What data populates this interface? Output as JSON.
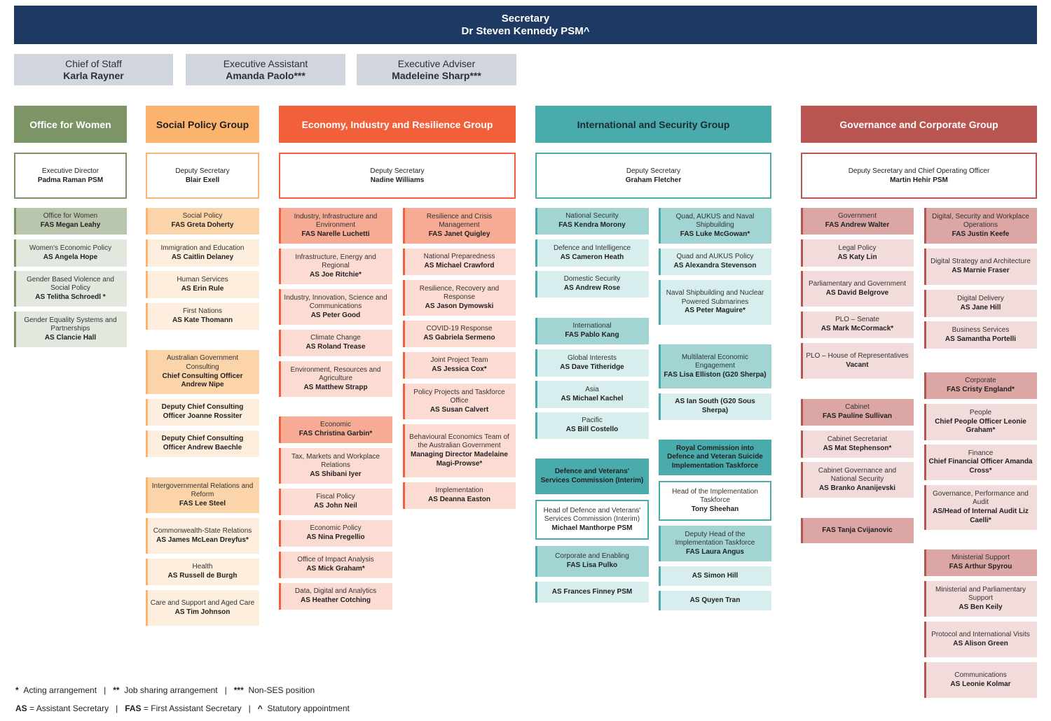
{
  "secretary": {
    "role": "Secretary",
    "name": "Dr Steven Kennedy PSM^"
  },
  "staff": [
    {
      "role": "Chief of Staff",
      "name": "Karla Rayner"
    },
    {
      "role": "Executive Assistant",
      "name": "Amanda Paolo***"
    },
    {
      "role": "Executive Adviser",
      "name": "Madeleine Sharp***"
    }
  ],
  "groups": {
    "ofw": {
      "name": "Office for Women",
      "head_role": "Executive Director",
      "head_name": "Padma Raman PSM"
    },
    "spg": {
      "name": "Social Policy Group",
      "head_role": "Deputy Secretary",
      "head_name": "Blair Exell"
    },
    "eirg": {
      "name": "Economy, Industry and Resilience Group",
      "head_role": "Deputy Secretary",
      "head_name": "Nadine Williams"
    },
    "isg": {
      "name": "International and Security Group",
      "head_role": "Deputy Secretary",
      "head_name": "Graham Fletcher"
    },
    "gcg": {
      "name": "Governance and Corporate Group",
      "head_role": "Deputy Secretary and Chief Operating Officer",
      "head_name": "Martin Hehir PSM"
    }
  },
  "boxes": {
    "ofw_1": {
      "t": "Office for Women",
      "b": "FAS Megan Leahy"
    },
    "ofw_2": {
      "t": "Women's Economic Policy",
      "b": "AS Angela Hope"
    },
    "ofw_3": {
      "t": "Gender Based Violence and Social Policy",
      "b": "AS Telitha Schroedl *"
    },
    "ofw_4": {
      "t": "Gender Equality Systems and Partnerships",
      "b": "AS Clancie Hall"
    },
    "sp_1": {
      "t": "Social Policy",
      "b": "FAS Greta Doherty"
    },
    "sp_2": {
      "t": "Immigration and Education",
      "b": "AS Caitlin Delaney"
    },
    "sp_3": {
      "t": "Human Services",
      "b": "AS Erin Rule"
    },
    "sp_4": {
      "t": "First Nations",
      "b": "AS Kate Thomann"
    },
    "sp_5": {
      "t": "Australian Government Consulting",
      "b": "Chief Consulting Officer Andrew Nipe"
    },
    "sp_6": {
      "t": "",
      "b": "Deputy Chief Consulting Officer Joanne Rossiter"
    },
    "sp_7": {
      "t": "",
      "b": "Deputy Chief Consulting Officer Andrew Baechle"
    },
    "sp_8": {
      "t": "Intergovernmental Relations and Reform",
      "b": "FAS Lee Steel"
    },
    "sp_9": {
      "t": "Commonwealth-State Relations",
      "b": "AS James McLean Dreyfus*"
    },
    "sp_10": {
      "t": "Health",
      "b": "AS Russell de Burgh"
    },
    "sp_11": {
      "t": "Care and Support and Aged Care",
      "b": "AS Tim Johnson"
    },
    "e1_1": {
      "t": "Industry, Infrastructure and Environment",
      "b": "FAS Narelle Luchetti"
    },
    "e1_2": {
      "t": "Infrastructure, Energy and Regional",
      "b": "AS Joe Ritchie*"
    },
    "e1_3": {
      "t": "Industry, Innovation, Science and Communications",
      "b": "AS Peter Good"
    },
    "e1_4": {
      "t": "Climate Change",
      "b": "AS Roland Trease"
    },
    "e1_5": {
      "t": "Environment, Resources and Agriculture",
      "b": "AS Matthew Strapp"
    },
    "e1_6": {
      "t": "Economic",
      "b": "FAS Christina Garbin*"
    },
    "e1_7": {
      "t": "Tax, Markets and Workplace Relations",
      "b": "AS Shibani Iyer"
    },
    "e1_8": {
      "t": "Fiscal Policy",
      "b": "AS John Neil"
    },
    "e1_9": {
      "t": "Economic Policy",
      "b": "AS Nina Pregellio"
    },
    "e1_10": {
      "t": "Office of Impact Analysis",
      "b": "AS Mick Graham*"
    },
    "e1_11": {
      "t": "Data, Digital and Analytics",
      "b": "AS Heather Cotching"
    },
    "e2_1": {
      "t": "Resilience and Crisis Management",
      "b": "FAS Janet Quigley"
    },
    "e2_2": {
      "t": "National Preparedness",
      "b": "AS Michael Crawford"
    },
    "e2_3": {
      "t": "Resilience, Recovery and Response",
      "b": "AS Jason Dymowski"
    },
    "e2_4": {
      "t": "COVID-19 Response",
      "b": "AS Gabriela Sermeno"
    },
    "e2_5": {
      "t": "Joint Project Team",
      "b": "AS Jessica Cox*"
    },
    "e2_6": {
      "t": "Policy Projects and Taskforce Office",
      "b": "AS Susan Calvert"
    },
    "e2_7": {
      "t": "Behavioural Economics Team of the Australian Government",
      "b": "Managing Director Madelaine Magi-Prowse*"
    },
    "e2_8": {
      "t": "Implementation",
      "b": "AS Deanna Easton"
    },
    "i1_1": {
      "t": "National Security",
      "b": "FAS Kendra Morony"
    },
    "i1_2": {
      "t": "Defence and Intelligence",
      "b": "AS Cameron Heath"
    },
    "i1_3": {
      "t": "Domestic Security",
      "b": "AS Andrew Rose"
    },
    "i1_4": {
      "t": "International",
      "b": "FAS Pablo Kang"
    },
    "i1_5": {
      "t": "Global Interests",
      "b": "AS Dave Titheridge"
    },
    "i1_6": {
      "t": "Asia",
      "b": "AS Michael Kachel"
    },
    "i1_7": {
      "t": "Pacific",
      "b": "AS Bill Costello"
    },
    "i1_8": {
      "t": "",
      "b": "Defence and Veterans' Services Commission (Interim)"
    },
    "i1_9": {
      "t": "Head of Defence and Veterans' Services Commission (Interim)",
      "b": "Michael Manthorpe PSM"
    },
    "i1_10": {
      "t": "Corporate and Enabling",
      "b": "FAS Lisa Pulko"
    },
    "i1_11": {
      "t": "",
      "b": "AS Frances Finney PSM"
    },
    "i2_1": {
      "t": "Quad, AUKUS and Naval Shipbuilding",
      "b": "FAS Luke McGowan*"
    },
    "i2_2": {
      "t": "Quad and AUKUS Policy",
      "b": "AS Alexandra Stevenson"
    },
    "i2_3": {
      "t": "Naval Shipbuilding and Nuclear Powered Submarines",
      "b": "AS Peter Maguire*"
    },
    "i2_4": {
      "t": "Multilateral Economic Engagement",
      "b": "FAS Lisa Elliston (G20 Sherpa)"
    },
    "i2_5": {
      "t": "",
      "b": "AS Ian South (G20 Sous Sherpa)"
    },
    "i2_6": {
      "t": "",
      "b": "Royal Commission into Defence and Veteran Suicide Implementation Taskforce"
    },
    "i2_7": {
      "t": "Head of the Implementation Taskforce",
      "b": "Tony Sheehan"
    },
    "i2_8": {
      "t": "Deputy Head of the Implementation Taskforce",
      "b": "FAS Laura Angus"
    },
    "i2_9": {
      "t": "",
      "b": "AS Simon Hill"
    },
    "i2_10": {
      "t": "",
      "b": "AS Quyen Tran"
    },
    "g1_1": {
      "t": "Government",
      "b": "FAS Andrew Walter"
    },
    "g1_2": {
      "t": "Legal Policy",
      "b": "AS Katy Lin"
    },
    "g1_3": {
      "t": "Parliamentary and Government",
      "b": "AS David Belgrove"
    },
    "g1_4": {
      "t": "PLO – Senate",
      "b": "AS Mark McCormack*"
    },
    "g1_5": {
      "t": "PLO – House of Representatives",
      "b": "Vacant"
    },
    "g1_6": {
      "t": "Cabinet",
      "b": "FAS Pauline Sullivan"
    },
    "g1_7": {
      "t": "Cabinet Secretariat",
      "b": "AS Mat Stephenson*"
    },
    "g1_8": {
      "t": "Cabinet Governance and National Security",
      "b": "AS Branko Ananijevski"
    },
    "g1_9": {
      "t": "",
      "b": "FAS Tanja Cvijanovic"
    },
    "g2_1": {
      "t": "Digital, Security and Workplace Operations",
      "b": "FAS Justin Keefe"
    },
    "g2_2": {
      "t": "Digital Strategy and Architecture",
      "b": "AS Marnie Fraser"
    },
    "g2_3": {
      "t": "Digital Delivery",
      "b": "AS Jane Hill"
    },
    "g2_4": {
      "t": "Business Services",
      "b": "AS Samantha Portelli"
    },
    "g2_5": {
      "t": "Corporate",
      "b": "FAS Cristy England*"
    },
    "g2_6": {
      "t": "People",
      "b": "Chief People Officer Leonie Graham*"
    },
    "g2_7": {
      "t": "Finance",
      "b": "Chief Financial Officer Amanda Cross*"
    },
    "g2_8": {
      "t": "Governance, Performance and Audit",
      "b": "AS/Head of Internal Audit Liz Caelli*"
    },
    "g2_9": {
      "t": "Ministerial Support",
      "b": "FAS Arthur Spyrou"
    },
    "g2_10": {
      "t": "Ministerial and Parliamentary Support",
      "b": "AS Ben Keily"
    },
    "g2_11": {
      "t": "Protocol and International Visits",
      "b": "AS Alison Green"
    },
    "g2_12": {
      "t": "Communications",
      "b": "AS Leonie Kolmar"
    }
  },
  "legend": {
    "acting_sym": "*",
    "acting": "Acting arrangement",
    "job_sym": "**",
    "job": "Job sharing arrangement",
    "nonses_sym": "***",
    "nonses": "Non-SES position",
    "as_abbr": "AS",
    "as_full": "= Assistant Secretary",
    "fas_abbr": "FAS",
    "fas_full": "= First Assistant Secretary",
    "stat_sym": "^",
    "stat": "Statutory appointment"
  },
  "colors": {
    "navy": "#1e3a62",
    "ofw": "#7d9566",
    "ofw_lead": "#b9c6ad",
    "ofw_light": "#e3e8df",
    "spg": "#fbb36d",
    "spg_lead": "#fcd4aa",
    "spg_light": "#fdeede",
    "eirg": "#f15f3b",
    "eirg_lead": "#f7ab95",
    "eirg_light": "#fcdcd2",
    "isg": "#4aabac",
    "isg_lead": "#a2d4d4",
    "isg_light": "#d8eded",
    "gcg": "#b95551",
    "gcg_lead": "#dba6a4",
    "gcg_light": "#f1dcdb"
  }
}
